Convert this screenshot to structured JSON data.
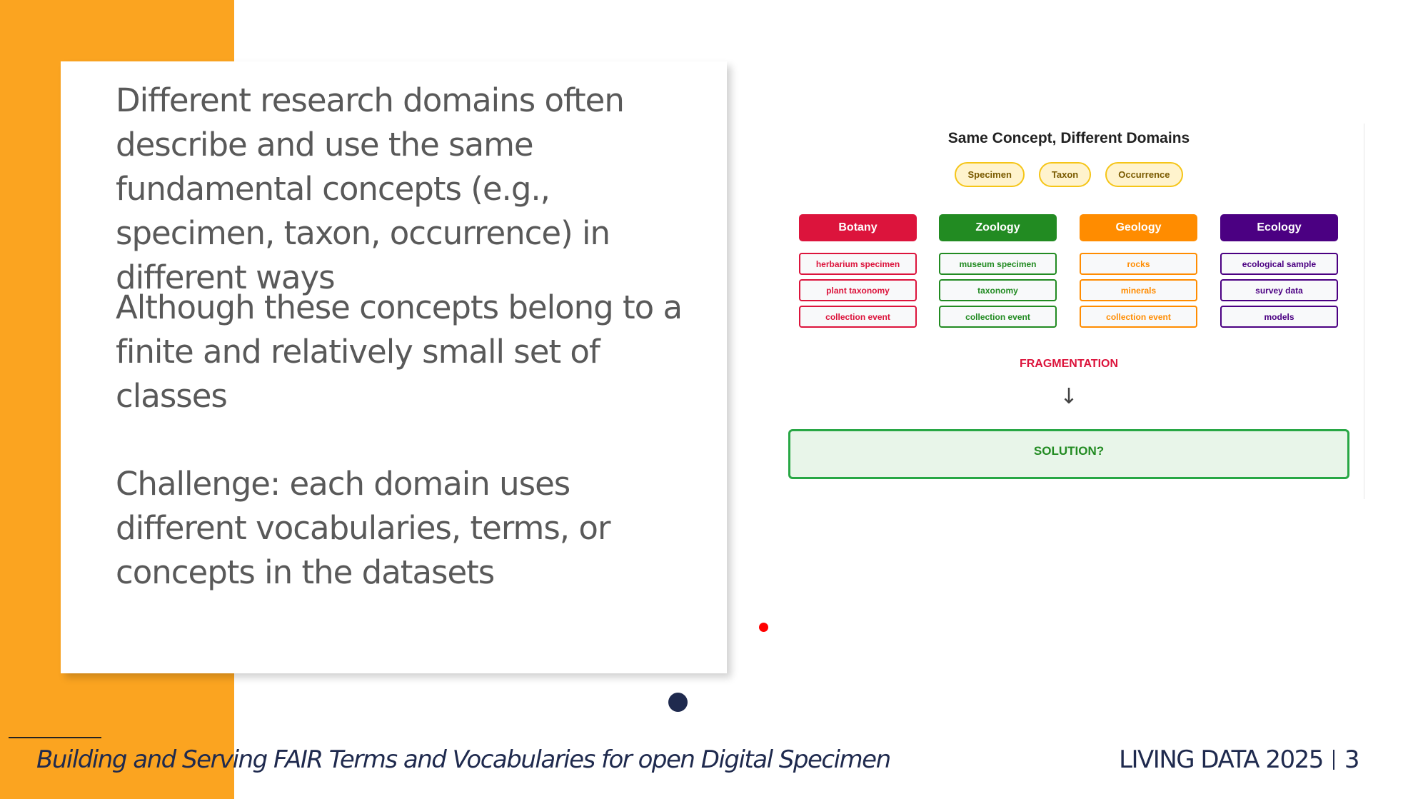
{
  "bullets": [
    "Different research domains often describe and use the same fundamental concepts (e.g., specimen, taxon, occurrence) in different ways",
    "Although these concepts belong to a finite and relatively small set of classes",
    "Challenge: each domain uses different vocabularies, terms, or concepts in the datasets"
  ],
  "diagram": {
    "title": "Same Concept, Different Domains",
    "concepts": [
      "Specimen",
      "Taxon",
      "Occurrence"
    ],
    "domains": [
      {
        "name": "Botany",
        "color": "#DC143C",
        "items": [
          "herbarium specimen",
          "plant taxonomy",
          "collection event"
        ]
      },
      {
        "name": "Zoology",
        "color": "#228B22",
        "items": [
          "museum specimen",
          "taxonomy",
          "collection event"
        ]
      },
      {
        "name": "Geology",
        "color": "#FF8C00",
        "items": [
          "rocks",
          "minerals",
          "collection event"
        ]
      },
      {
        "name": "Ecology",
        "color": "#4B0082",
        "items": [
          "ecological sample",
          "survey data",
          "models"
        ]
      }
    ],
    "fragmentation": "FRAGMENTATION",
    "arrow": "↓",
    "solution": "SOLUTION?"
  },
  "footer": {
    "title": "Building and Serving FAIR Terms and Vocabularies for open Digital Specimen",
    "conference": "LIVING DATA 2025",
    "page": "3"
  }
}
